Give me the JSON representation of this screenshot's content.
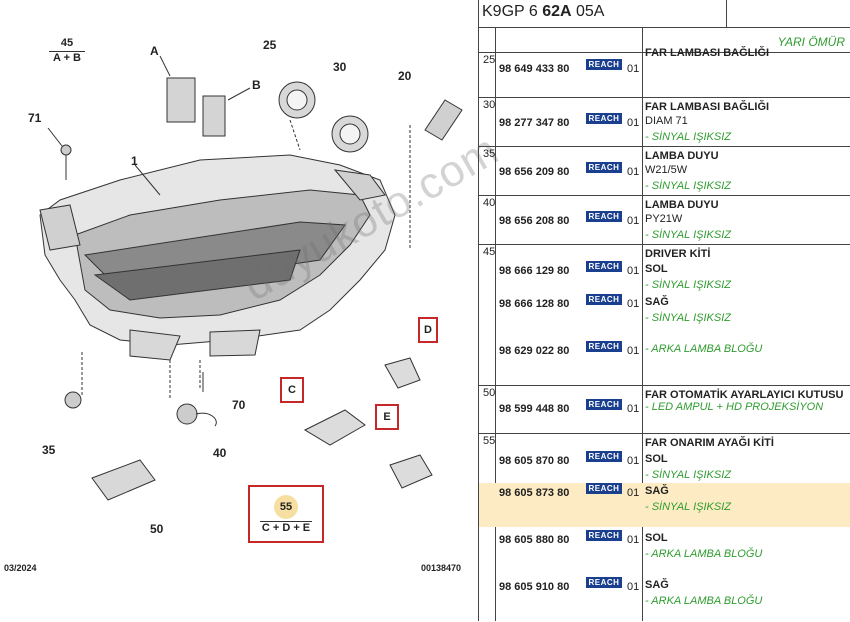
{
  "diagram": {
    "labels": {
      "n45": "45",
      "ab": "A + B",
      "a": "A",
      "b": "B",
      "n25": "25",
      "n30": "30",
      "n20": "20",
      "n71": "71",
      "n1": "1",
      "d": "D",
      "c": "C",
      "e": "E",
      "n35": "35",
      "n70": "70",
      "n40": "40",
      "n50": "50",
      "n55": "55",
      "cde": "C + D + E"
    },
    "footer_date": "03/2024",
    "footer_code": "00138470",
    "watermark": "duyukoto.com"
  },
  "header": {
    "title_pre": "K9GP 6 ",
    "title_bold": "62A",
    "title_post": " 05A",
    "yari_omur": "YARI ÖMÜR"
  },
  "reach_label": "REACH",
  "groups": [
    {
      "idx": "25",
      "title": "FAR LAMBASI BAĞLIĞI",
      "rows": [
        {
          "pn": "98 649 433 80",
          "qty": "01",
          "lines": []
        }
      ]
    },
    {
      "idx": "30",
      "title": "FAR LAMBASI BAĞLIĞI",
      "rows": [
        {
          "pn": "98 277 347 80",
          "qty": "01",
          "lines": [
            "DIAM 71"
          ],
          "note": "- SİNYAL IŞIKSIZ"
        }
      ]
    },
    {
      "idx": "35",
      "title": "LAMBA DUYU",
      "rows": [
        {
          "pn": "98 656 209 80",
          "qty": "01",
          "lines": [
            "W21/5W"
          ],
          "note": "- SİNYAL IŞIKSIZ"
        }
      ]
    },
    {
      "idx": "40",
      "title": "LAMBA DUYU",
      "rows": [
        {
          "pn": "98 656 208 80",
          "qty": "01",
          "lines": [
            "PY21W"
          ],
          "note": "- SİNYAL IŞIKSIZ"
        }
      ]
    },
    {
      "idx": "45",
      "title": "DRIVER KİTİ",
      "rows": [
        {
          "pn": "98 666 129 80",
          "qty": "01",
          "bold": "SOL",
          "note": "- SİNYAL IŞIKSIZ"
        },
        {
          "pn": "98 666 128 80",
          "qty": "01",
          "bold": "SAĞ",
          "note": "- SİNYAL IŞIKSIZ"
        },
        {
          "pn": "98 629 022 80",
          "qty": "01",
          "note": "- ARKA LAMBA BLOĞU"
        }
      ]
    },
    {
      "idx": "50",
      "title": "FAR OTOMATİK AYARLAYICI KUTUSU",
      "rows": [
        {
          "pn": "98 599 448 80",
          "qty": "01",
          "note": "- LED AMPUL + HD PROJEKSİYON"
        }
      ]
    },
    {
      "idx": "55",
      "title": "FAR ONARIM AYAĞI KİTİ",
      "rows": [
        {
          "pn": "98 605 870 80",
          "qty": "01",
          "bold": "SOL",
          "note": "- SİNYAL IŞIKSIZ"
        },
        {
          "pn": "98 605 873 80",
          "qty": "01",
          "bold": "SAĞ",
          "note": "- SİNYAL IŞIKSIZ",
          "highlight": true
        },
        {
          "pn": "98 605 880 80",
          "qty": "01",
          "bold": "SOL",
          "note": "- ARKA LAMBA BLOĞU"
        },
        {
          "pn": "98 605 910 80",
          "qty": "01",
          "bold": "SAĞ",
          "note": "- ARKA LAMBA BLOĞU"
        }
      ]
    }
  ]
}
